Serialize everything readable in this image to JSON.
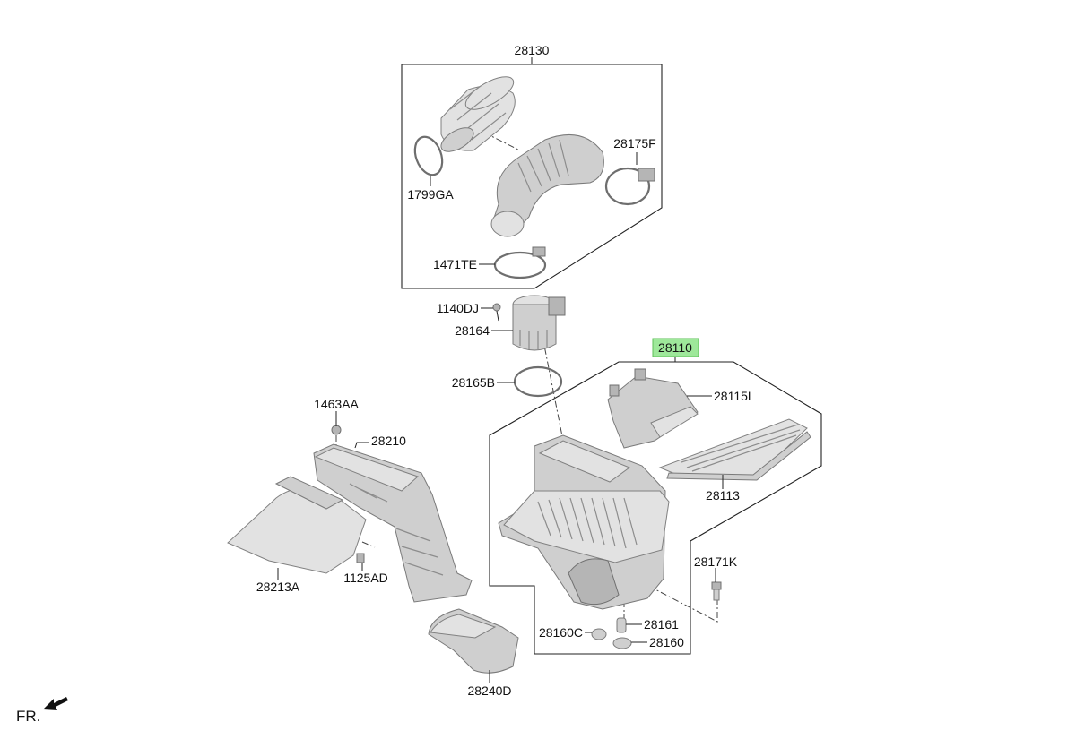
{
  "diagram": {
    "labels": {
      "l28130": "28130",
      "l28175F": "28175F",
      "l1799GA": "1799GA",
      "l1471TE": "1471TE",
      "l1140DJ": "1140DJ",
      "l28164": "28164",
      "l28165B": "28165B",
      "l28110": "28110",
      "l28115L": "28115L",
      "l28113": "28113",
      "l1463AA": "1463AA",
      "l28210": "28210",
      "l28213A": "28213A",
      "l1125AD": "1125AD",
      "l28171K": "28171K",
      "l28161": "28161",
      "l28160C": "28160C",
      "l28160": "28160",
      "l28240D": "28240D"
    },
    "highlight_color": "#9ee89a",
    "highlight_border": "#5cbf57",
    "front_indicator": "FR."
  }
}
